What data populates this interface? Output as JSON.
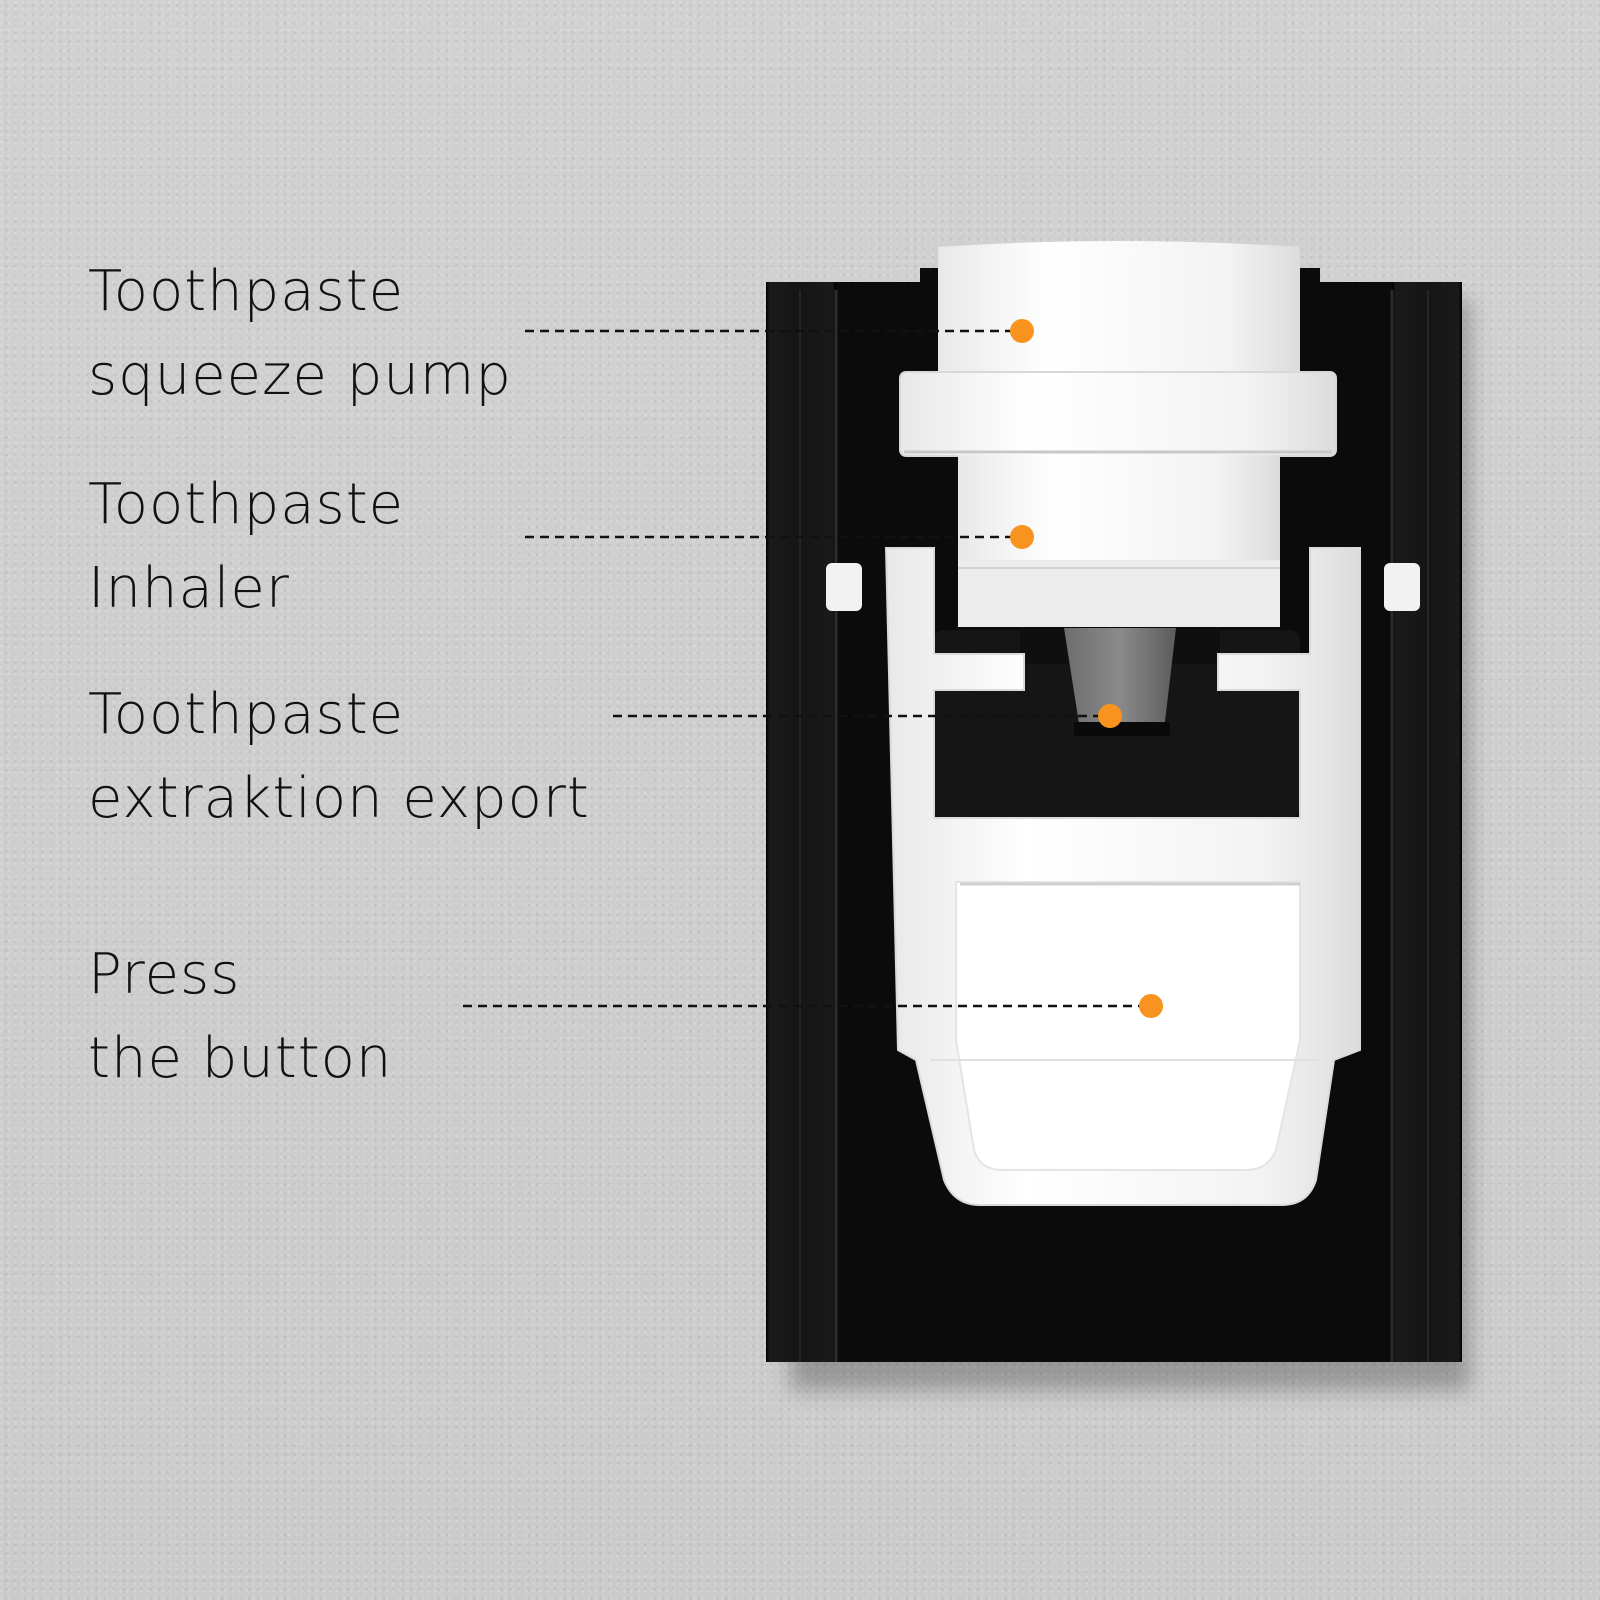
{
  "callouts": {
    "pump": {
      "line1": "Toothpaste",
      "line2": "squeeze pump"
    },
    "inhaler": {
      "line1": "Toothpaste",
      "line2": "Inhaler"
    },
    "export": {
      "line1": "Toothpaste",
      "line2": "extraktion export"
    },
    "button": {
      "line1": "Press",
      "line2": "the button"
    }
  },
  "colors": {
    "background": "#cfcfcf",
    "device_body": "#0b0b0b",
    "device_parts": "#f5f5f5",
    "marker": "#f7931e",
    "leader_line": "#111111"
  }
}
